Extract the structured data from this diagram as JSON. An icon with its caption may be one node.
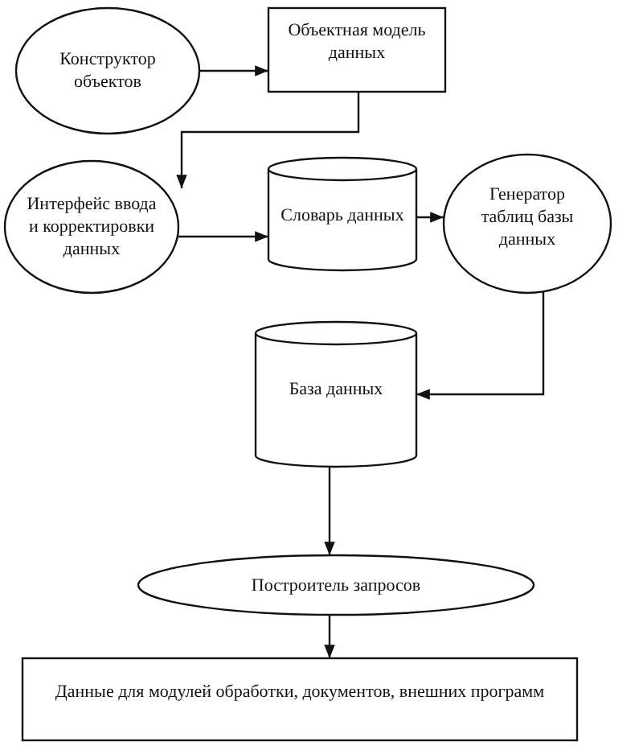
{
  "diagram": {
    "nodes": [
      {
        "text": [
          "Конструктор объектов"
        ]
      },
      {
        "text": [
          "Объектная модель данных"
        ]
      },
      {
        "text": [
          "Интерфейс ввода и корректировки данных"
        ]
      },
      {
        "text": [
          "Словарь данных"
        ]
      },
      {
        "text": [
          "Генератор таблиц базы данных"
        ]
      },
      {
        "text": [
          "База данных"
        ]
      },
      {
        "text": [
          "Построитель запросов"
        ]
      },
      {
        "text": [
          "Данные для модулей обработки, документов, внешних программ"
        ]
      }
    ],
    "edges": [
      {
        "from": 0,
        "to": 1,
        "arrow": "to"
      },
      {
        "from": 1,
        "to": 2,
        "arrow": "to"
      },
      {
        "from": 2,
        "to": 3,
        "arrow": "to"
      },
      {
        "from": 3,
        "to": 4,
        "arrow": "to"
      },
      {
        "from": 4,
        "to": 5,
        "arrow": "to"
      },
      {
        "from": 5,
        "to": 6,
        "arrow": "to"
      },
      {
        "from": 6,
        "to": 7,
        "arrow": "to"
      }
    ]
  }
}
